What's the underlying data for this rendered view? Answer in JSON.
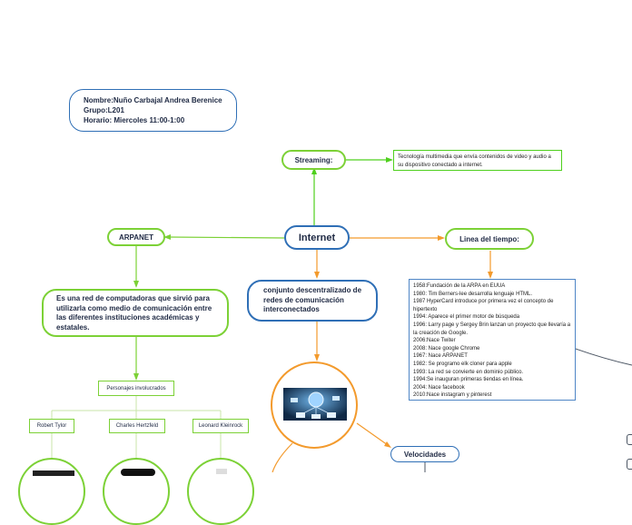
{
  "header": {
    "line1": "Nombre:Nuño Carbajal Andrea Berenice",
    "line2": "Grupo:L201",
    "line3": "Horario: Miercoles 11:00-1:00"
  },
  "central": {
    "label": "Internet"
  },
  "streaming": {
    "label": "Streaming:",
    "desc": "Tecnología multimedia que envía contenidos de video y audio a su dispositivo conectado a internet."
  },
  "timeline": {
    "label": "Linea del tiempo:",
    "items": [
      "1958:Fundación de la ARPA en EUUA",
      "1980: Tim Berners-lee desarrolla lenguaje HTML.",
      "1987 HyperCard introduce por primera vez el concepto de hipertexto",
      "1994: Aparece el primer motor de búsqueda",
      "1996: Larry page y Sergey Brin lanzan un proyecto que llevaría a la creación de Google.",
      "2006:Nace Twiter",
      "2008: Nace google Chrome",
      "1967: Nace ARPANET",
      "1982: Se programo elk cloner para apple",
      "1993: La red se convierte en dominio público.",
      "1994:Se inauguran primeras tiendas en línea.",
      "2004: Nace facebook",
      "2010:Nace instagram y pinterest"
    ]
  },
  "arpanet": {
    "label": "ARPANET",
    "desc": "Es una red de computadoras que sirvió para utilizarla como medio de comunicación entre las diferentes instituciones académicas y estatales.",
    "personajes_label": "Personajes involucrados",
    "people": [
      "Robert Tylor",
      "Charles Hertzfeld",
      "Leonard Kleinrock"
    ]
  },
  "definition": {
    "text": "conjunto descentralizado de redes de comunicación interconectados"
  },
  "velocidades": {
    "label": "Velocidades"
  },
  "colors": {
    "green": "#7cd136",
    "blue": "#2f6fb6",
    "orange": "#f39a2c",
    "text": "#1f2a44"
  },
  "icons": [
    "network-globe-icon"
  ]
}
